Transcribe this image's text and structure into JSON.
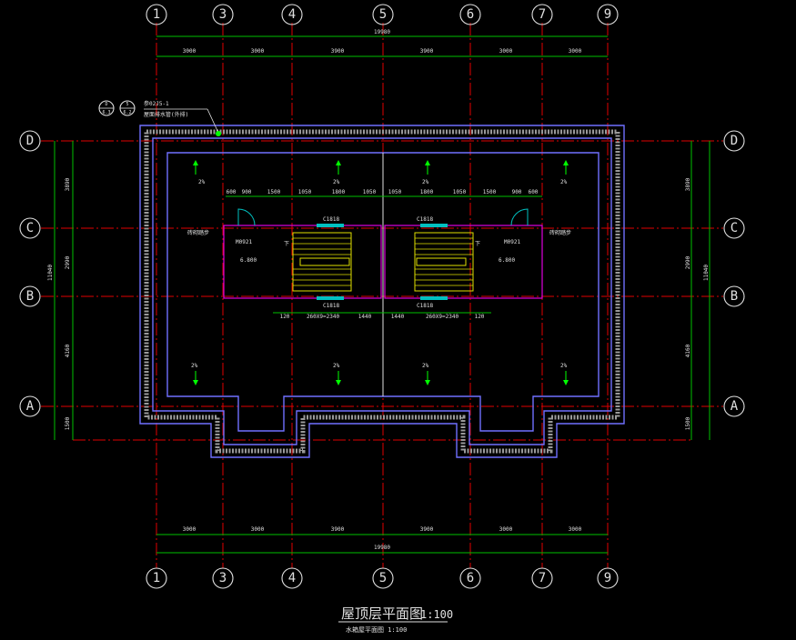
{
  "drawing": {
    "title": "屋顶层平面图",
    "scale": "1:100",
    "subtitle": "水箱屋平面图 1:100",
    "total_width": "19980",
    "axes_top": [
      "1",
      "3",
      "4",
      "5",
      "6",
      "7",
      "9"
    ],
    "axes_side": [
      "D",
      "C",
      "B",
      "A"
    ],
    "bay_dims": [
      "3000",
      "3000",
      "3900",
      "3900",
      "3000",
      "3000"
    ],
    "side_dims": [
      "3890",
      "2990",
      "4160",
      "1500"
    ],
    "side_total": "11040",
    "slope_labels": [
      "2%",
      "2%",
      "2%",
      "2%",
      "2%",
      "2%",
      "2%",
      "2%"
    ],
    "stair_top_dims": [
      "600",
      "900",
      "1500",
      "1050",
      "1800",
      "1050",
      "1050",
      "1800",
      "1050",
      "1500",
      "900",
      "600"
    ],
    "stair_labels": {
      "window_c_left": "C1818",
      "window_c_right": "C1818",
      "window_b_left": "C1818",
      "window_b_right": "C1818",
      "door_left": "M0921",
      "door_right": "M0921",
      "level_left": "6.800",
      "level_right": "6.800",
      "down_left": "下",
      "down_right": "下",
      "stair_dim_left": "260X9=2340",
      "stair_dim_right": "260X9=2340",
      "dim_120_l": "120",
      "dim_1440_l": "1440",
      "dim_1440_r": "1440",
      "dim_120_r": "120",
      "hatch_left": "砖砌踏步",
      "hatch_right": "砖砌踏步"
    },
    "detail_callout": {
      "ref_a_top": "D",
      "ref_a_bottom": "6.3",
      "ref_b_top": "5",
      "ref_b_bottom": "6.2",
      "note_line1": "参02J5-1",
      "note_line2": "屋面排水管(外排)"
    },
    "colors": {
      "background": "#000000",
      "axis_line": "#e00000",
      "grid_green": "#00c000",
      "wall_blue": "#7070ff",
      "stair_magenta": "#e000e0",
      "stair_yellow": "#e0e000",
      "text": "#e0e0e0"
    }
  }
}
